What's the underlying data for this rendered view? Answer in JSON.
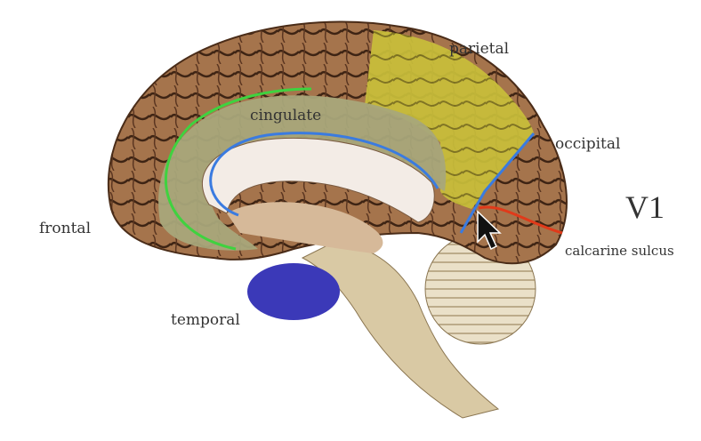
{
  "labels": {
    "parietal": "parietal",
    "cingulate": "cingulate",
    "occipital": "occipital",
    "v1": "V1",
    "frontal": "frontal",
    "calcarine": "calcarine sulcus",
    "temporal": "temporal"
  },
  "colors": {
    "cortex": "#9a6a45",
    "parietal": "#c9bf3a",
    "cingulate": "#a8a77a",
    "temporal": "#3b39b8",
    "green_line": "#3fd23f",
    "blue_line": "#3a7be0",
    "red_line": "#e03a1a"
  }
}
